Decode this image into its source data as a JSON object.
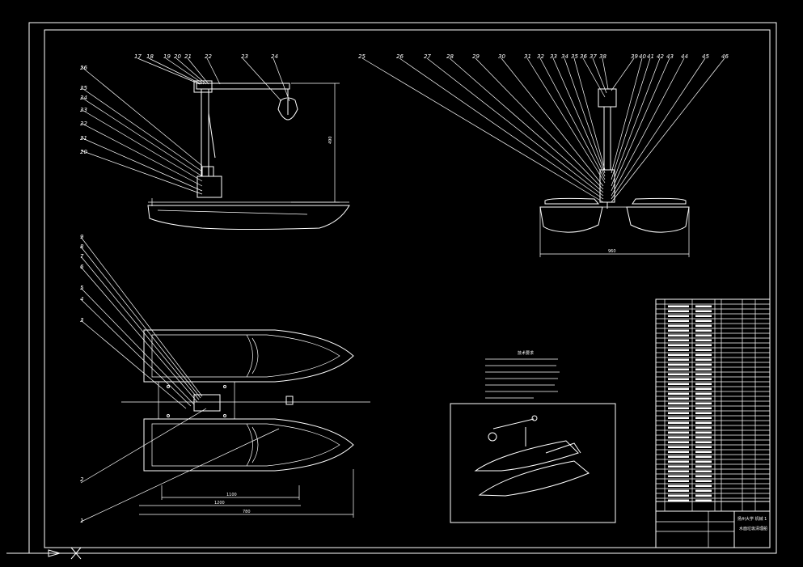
{
  "drawing": {
    "background": "#000000",
    "line_color": "#ffffff",
    "accent_color": "#ffff00",
    "top_view_balloons": [
      "17",
      "18",
      "19",
      "20",
      "21",
      "22",
      "23",
      "24"
    ],
    "top_view_left_balloons": [
      "26",
      "25",
      "24",
      "23",
      "22",
      "21",
      "20"
    ],
    "right_view_balloons": [
      "25",
      "26",
      "27",
      "28",
      "29",
      "30",
      "31",
      "32",
      "33",
      "34",
      "35",
      "36",
      "37",
      "38",
      "39",
      "40",
      "41",
      "42",
      "43",
      "44",
      "45",
      "46"
    ],
    "plan_view_balloons": [
      "9",
      "8",
      "7",
      "6",
      "5",
      "4",
      "3"
    ],
    "plan_view_bottom_balloons": [
      "2",
      "1"
    ],
    "dimension_labels": {
      "front_height": "490",
      "right_width": "960",
      "plan_inner": "1100",
      "plan_mid": "1200",
      "plan_overall": "780"
    },
    "notes_title": "技术要求",
    "title_block": {
      "school": "扬州大学 机械 1",
      "drawing_title": "水面垃圾清理船"
    }
  }
}
